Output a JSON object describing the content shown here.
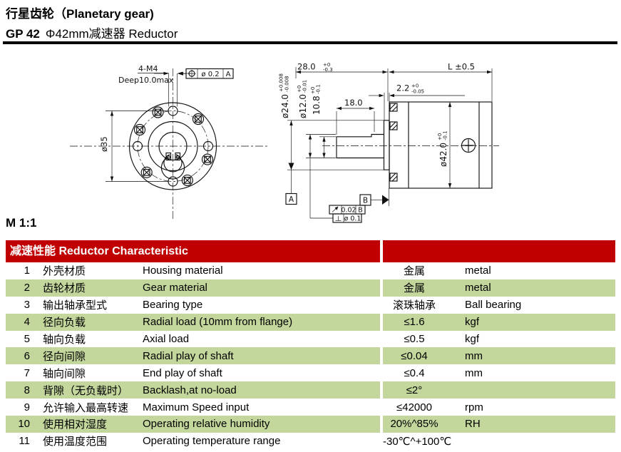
{
  "colors": {
    "accent_red": "#c00000",
    "row_green": "#c3d69b"
  },
  "page": {
    "title": "行星齿轮（Planetary gear)",
    "subtitle_model": "GP 42",
    "subtitle_rest": "Φ42mm减速器 Reductor",
    "scale_label": "M 1:1"
  },
  "drawing": {
    "front": {
      "bolt_label": "4-M4",
      "depth_label": "Deep10.0max",
      "dia_bolt_circle": "ø35",
      "pos_frame": {
        "symbol": "⊕",
        "value": "ø 0.2",
        "datum": "A"
      }
    },
    "side": {
      "dim_28": {
        "main": "28.0",
        "tol_top": "+0",
        "tol_bot": "-0.3"
      },
      "dim_L": "L ±0.5",
      "dim_18": "18.0",
      "dim_2_2": {
        "main": "2.2",
        "tol_top": "+0",
        "tol_bot": "-0.05"
      },
      "dia_24": {
        "main": "ø24.0",
        "tol_top": "+0.008",
        "tol_bot": "-0.008"
      },
      "dia_12": {
        "main": "ø12.0",
        "tol_top": "+0",
        "tol_bot": "-0.01"
      },
      "dim_10_8": {
        "main": "10.8",
        "tol_top": "+0",
        "tol_bot": "-0.1"
      },
      "dia_42": {
        "main": "ø42.0",
        "tol_top": "+0",
        "tol_bot": "-0.1"
      },
      "datum_a": "A",
      "datum_b": "B",
      "frame_runout": {
        "value": "0.02",
        "datum": "B"
      },
      "frame_perp": {
        "value": "ø 0.1"
      }
    }
  },
  "table": {
    "header": "减速性能 Reductor Characteristic",
    "rows": [
      {
        "num": "1",
        "cn": "外壳材质",
        "en": "Housing material",
        "val": "金属",
        "unit": "metal"
      },
      {
        "num": "2",
        "cn": "齿轮材质",
        "en": "Gear  material",
        "val": "金属",
        "unit": "metal"
      },
      {
        "num": "3",
        "cn": "输出轴承型式",
        "en": "Bearing type",
        "val": "滚珠轴承",
        "unit": "Ball bearing"
      },
      {
        "num": "4",
        "cn": "径向负载",
        "en": "Radial load (10mm from flange)",
        "val": "≤1.6",
        "unit": "kgf"
      },
      {
        "num": "5",
        "cn": "轴向负载",
        "en": "Axial load",
        "val": "≤0.5",
        "unit": "kgf"
      },
      {
        "num": "6",
        "cn": "径向间隙",
        "en": "Radial play of shaft",
        "val": "≤0.04",
        "unit": "mm"
      },
      {
        "num": "7",
        "cn": "轴向间隙",
        "en": "End play of shaft",
        "val": "≤0.4",
        "unit": "mm"
      },
      {
        "num": "8",
        "cn": "背隙（无负载时）",
        "en": "Backlash,at no-load",
        "val": "≤2°",
        "unit": ""
      },
      {
        "num": "9",
        "cn": "允许输入最高转速",
        "en": "Maximum Speed input",
        "val": "≤42000",
        "unit": "rpm"
      },
      {
        "num": "10",
        "cn": "使用相对湿度",
        "en": "Operating relative humidity",
        "val": "20%^85%",
        "unit": "RH"
      },
      {
        "num": "11",
        "cn": "使用温度范围",
        "en": "Operating temperature range",
        "val": "-30℃^+100℃",
        "unit": ""
      }
    ]
  }
}
